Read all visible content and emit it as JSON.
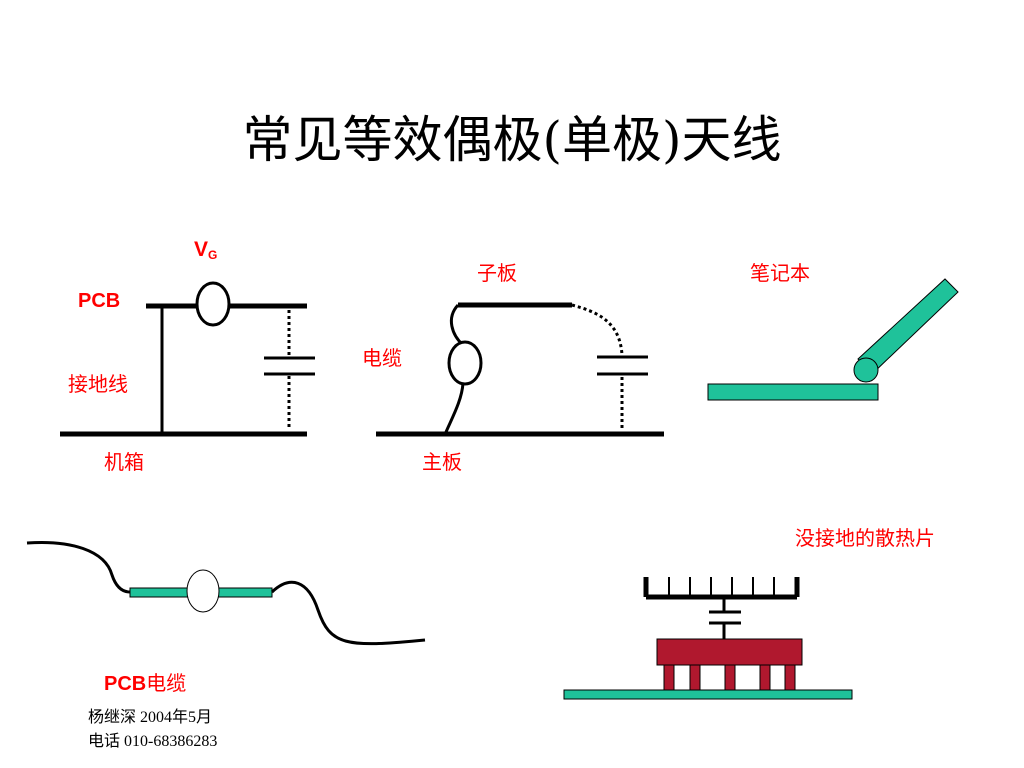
{
  "title": "常见等效偶极(单极)天线",
  "labels": {
    "vg_main": "V",
    "vg_sub": "G",
    "pcb": "PCB",
    "ground_wire": "接地线",
    "chassis": "机箱",
    "daughter_board": "子板",
    "cable": "电缆",
    "main_board": "主板",
    "notebook": "笔记本",
    "pcb_cable_bold": "PCB",
    "pcb_cable_rest": "电缆",
    "heatsink": "没接地的散热片"
  },
  "footer": {
    "line1": "杨继深   2004年5月",
    "line2": "电话 010-68386283"
  },
  "colors": {
    "label": "#ff0000",
    "teal": "#1fc29a",
    "heatsink_body": "#b0182e",
    "line": "#000000"
  }
}
